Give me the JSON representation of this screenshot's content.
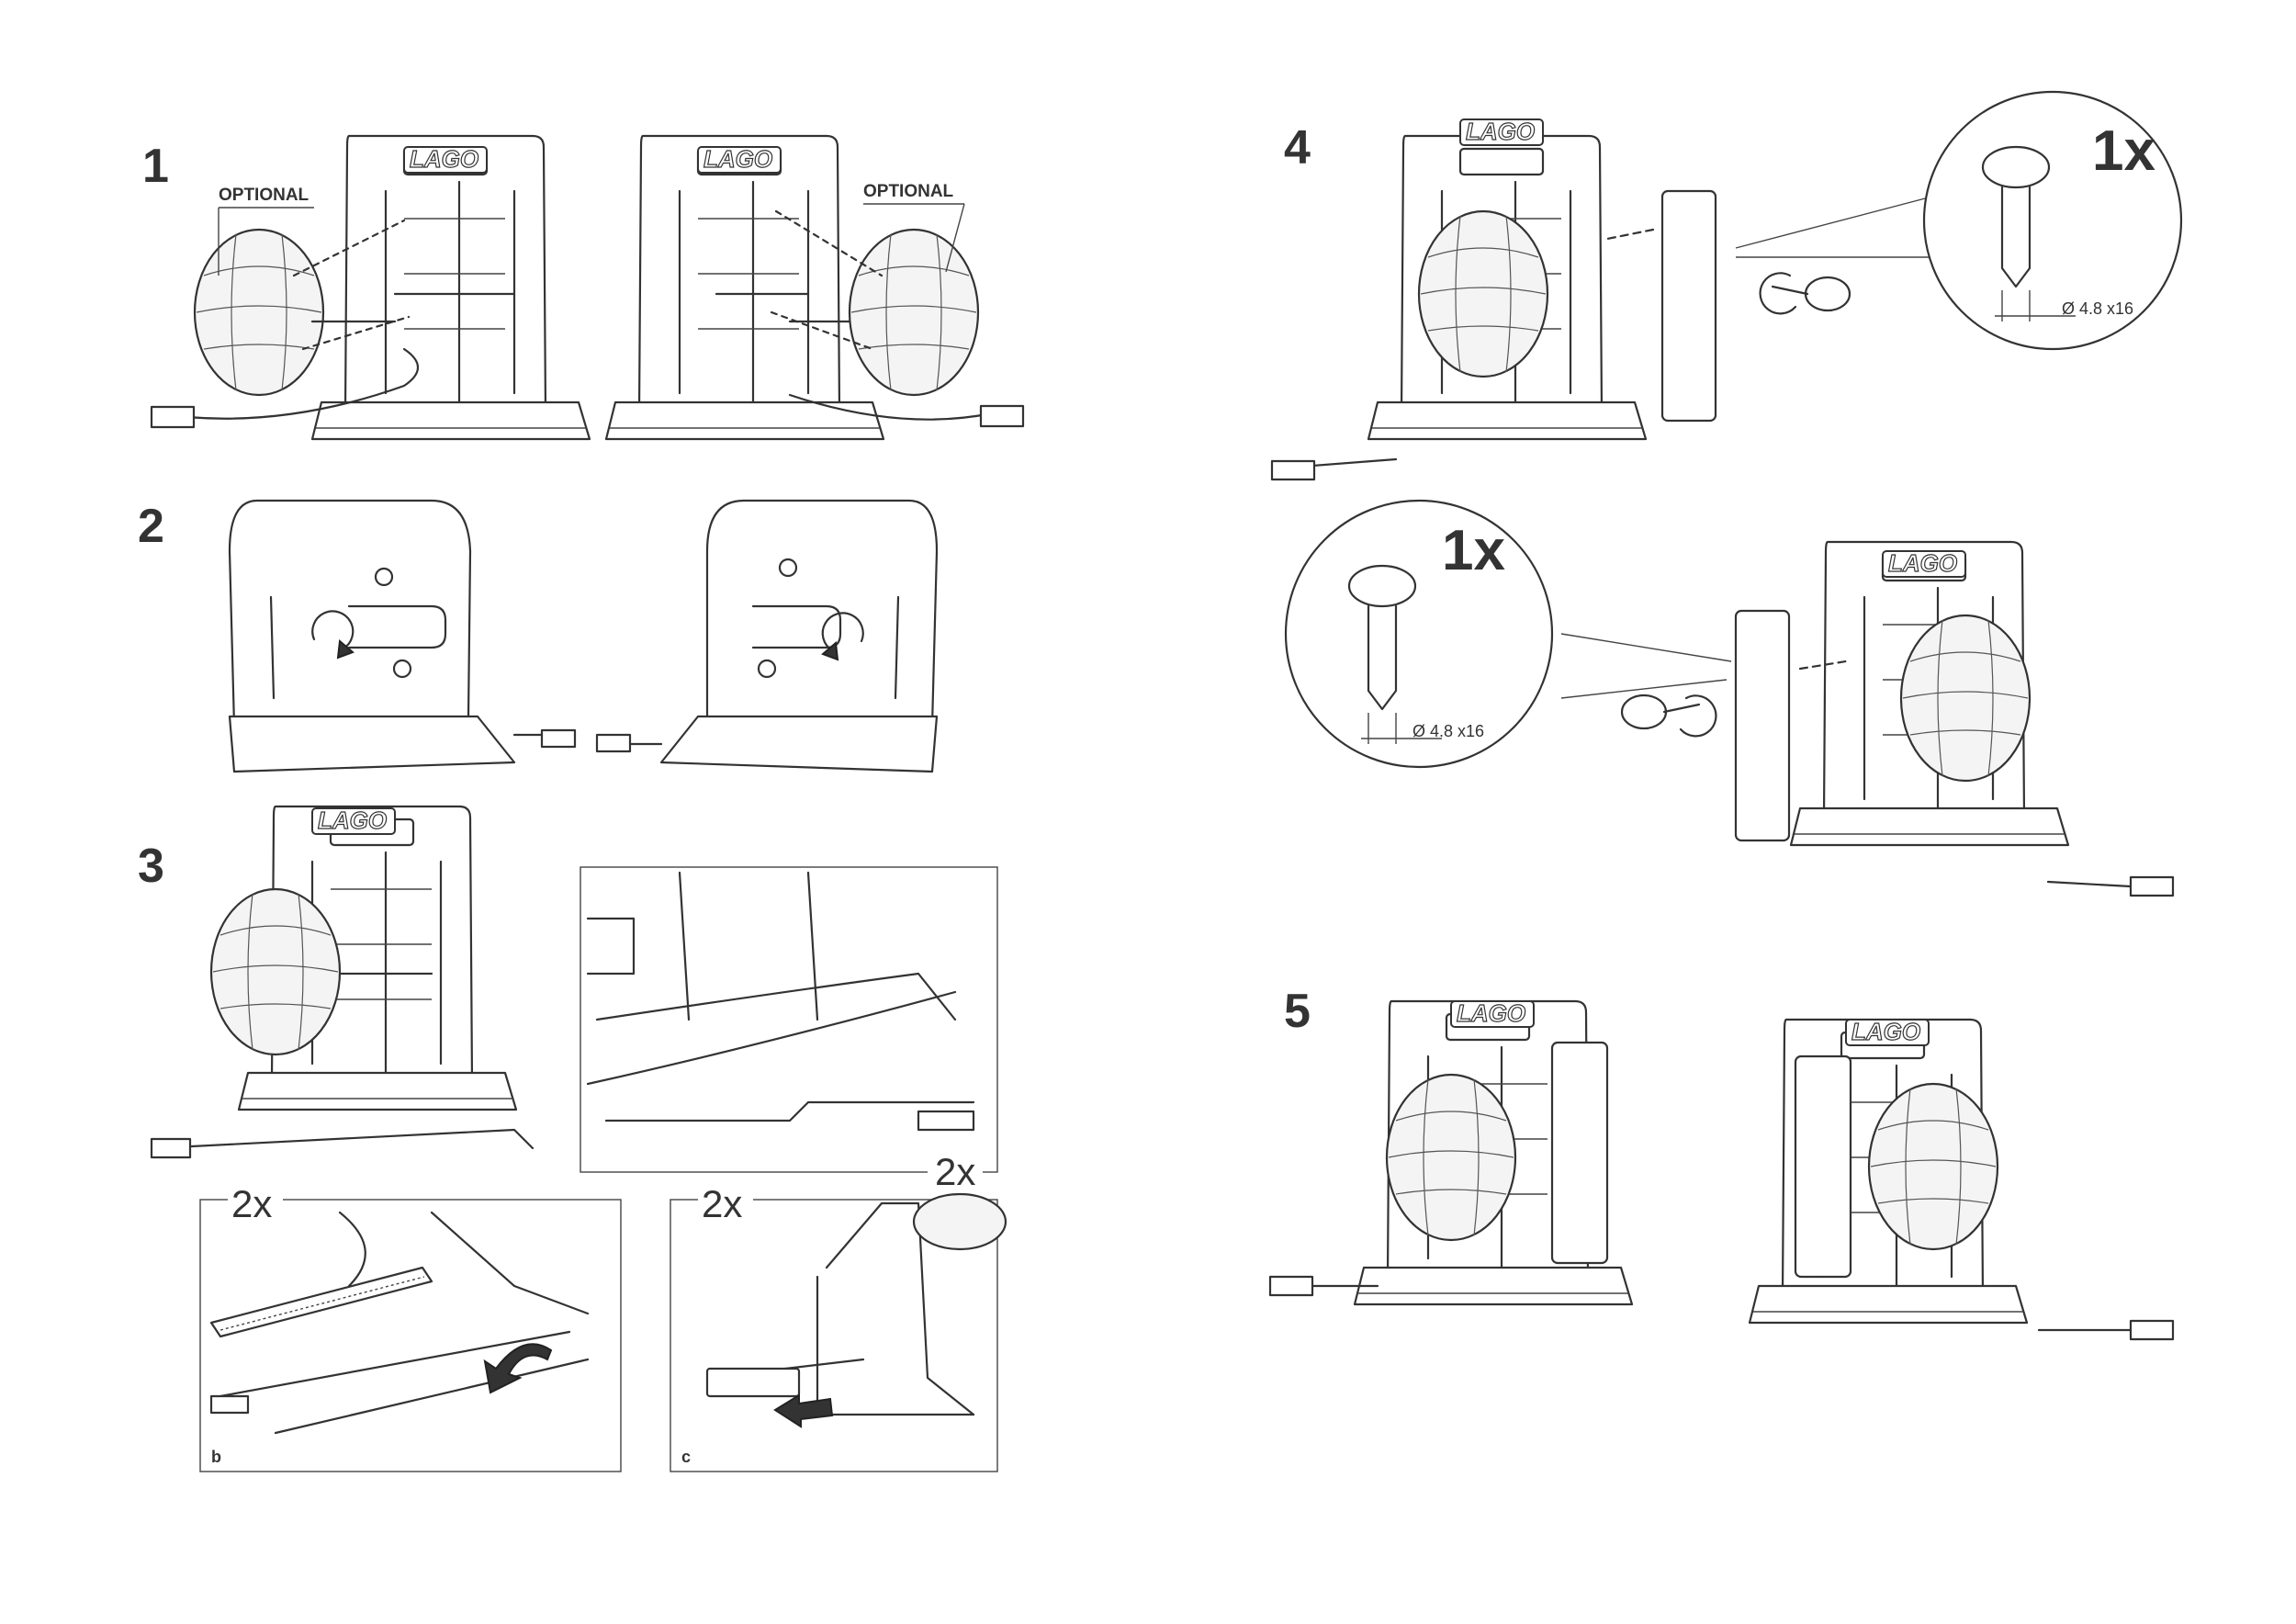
{
  "steps": {
    "s1": "1",
    "s2": "2",
    "s3": "3",
    "s4": "4",
    "s5": "5"
  },
  "labels": {
    "optional_left": "OPTIONAL",
    "optional_right": "OPTIONAL"
  },
  "brand": "LAGO",
  "step3": {
    "inset_top_count": "2x",
    "inset_b_count": "2x",
    "inset_c_count": "2x",
    "inset_b_letter": "b",
    "inset_c_letter": "c"
  },
  "step4": {
    "screw_qty": "1x",
    "screw_dim": "Ø 4.8 x16"
  },
  "step4b": {
    "screw_qty": "1x",
    "screw_dim": "Ø 4.8 x16"
  },
  "icons": [
    "lamp-icon",
    "screw-icon",
    "rotate-arrow-icon",
    "push-arrow-icon",
    "cable-plug-icon"
  ]
}
